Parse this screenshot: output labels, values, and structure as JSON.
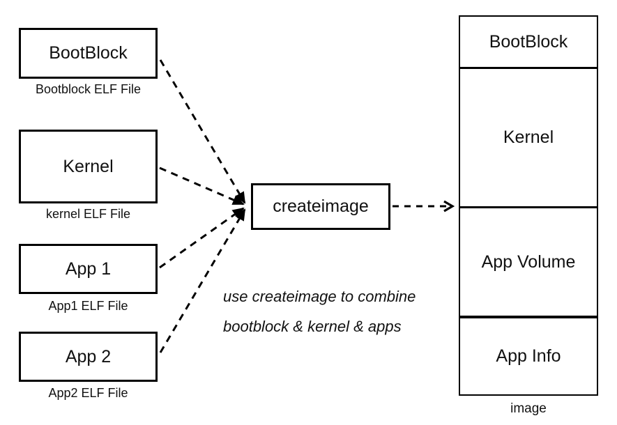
{
  "diagram": {
    "sources": [
      {
        "label": "BootBlock",
        "caption": "Bootblock ELF File"
      },
      {
        "label": "Kernel",
        "caption": "kernel ELF File"
      },
      {
        "label": "App 1",
        "caption": "App1 ELF File"
      },
      {
        "label": "App 2",
        "caption": "App2 ELF File"
      }
    ],
    "tool": {
      "label": "createimage"
    },
    "note": {
      "line1": "use createimage to combine",
      "line2": "bootblock & kernel & apps"
    },
    "output": {
      "sections": [
        {
          "label": "BootBlock"
        },
        {
          "label": "Kernel"
        },
        {
          "label": "App Volume"
        },
        {
          "label": "App Info"
        }
      ],
      "caption": "image"
    },
    "colors": {
      "line": "#000000",
      "text": "#111111",
      "background": "#ffffff"
    }
  }
}
